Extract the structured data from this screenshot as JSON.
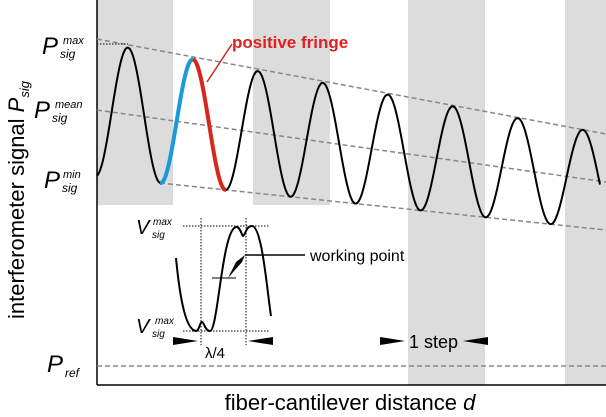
{
  "labels": {
    "p_max": {
      "main": "P",
      "sub": "sig",
      "sup": "max"
    },
    "p_mean": {
      "main": "P",
      "sub": "sig",
      "sup": "mean"
    },
    "p_min": {
      "main": "P",
      "sub": "sig",
      "sup": "min"
    },
    "p_ref": {
      "main": "P",
      "sub": "ref"
    },
    "v_max_top": {
      "main": "V",
      "sub": "sig",
      "sup": "max"
    },
    "v_max_bottom": {
      "main": "V",
      "sub": "sig",
      "sup": "max"
    },
    "positive_fringe": "positive fringe",
    "working_point": "working point",
    "lambda_quarter": "λ/4",
    "one_step": "1 step"
  },
  "axes": {
    "y_label": "interferometer signal ",
    "y_label_var": "P",
    "y_label_sub": "sig",
    "x_label": "fiber-cantilever distance ",
    "x_label_var": "d"
  },
  "colors": {
    "rising": "#1a9ad6",
    "falling": "#d9261c",
    "band": "#dcdcdc",
    "highlight": "#e02020"
  }
}
